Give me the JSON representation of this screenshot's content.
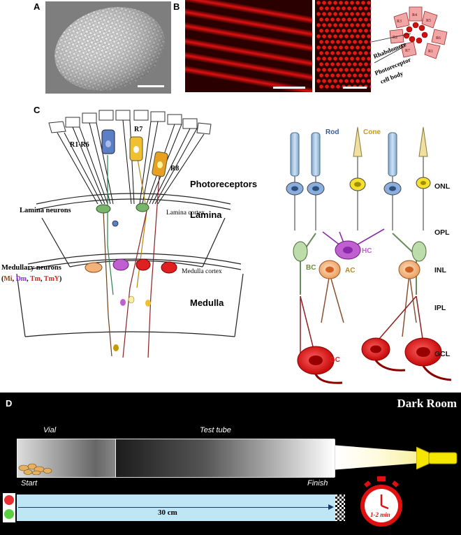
{
  "panels": {
    "a": "A",
    "b": "B",
    "c": "C",
    "d": "D"
  },
  "panel_b": {
    "rhabdomere": "Rhabdomere",
    "photoreceptor": "Photoreceptor",
    "cell_body": "cell body",
    "cells": [
      "R4",
      "R5",
      "R3",
      "R6",
      "R2",
      "R1",
      "R7"
    ]
  },
  "fly": {
    "r1r6": "R1-R6",
    "r7": "R7",
    "r8": "R8",
    "photoreceptors": "Photoreceptors",
    "lamina_neurons": "Lamina neurons",
    "lamina_cortex": "Lamina cortex",
    "lamina": "Lamina",
    "medullary_neurons": "Medullary neurons",
    "mi": "Mi",
    "dm": "Dm",
    "tm": "Tm",
    "tmy": "TmY",
    "medulla_cortex": "Medulla cortex",
    "medulla": "Medulla"
  },
  "retina": {
    "rod": "Rod",
    "cone": "Cone",
    "bc": "BC",
    "hc": "HC",
    "ac": "AC",
    "gc": "GC",
    "layers": [
      "ONL",
      "OPL",
      "INL",
      "IPL",
      "GCL"
    ]
  },
  "assay": {
    "title": "Dark Room",
    "vial": "Vial",
    "test_tube": "Test tube",
    "start": "Start",
    "finish": "Finish",
    "distance": "30 cm",
    "time": "1-2 min"
  },
  "colors": {
    "red_stain": "#c80000",
    "dark_room": "#000000",
    "light": "#f5e600",
    "track": "#bfe6f5"
  }
}
